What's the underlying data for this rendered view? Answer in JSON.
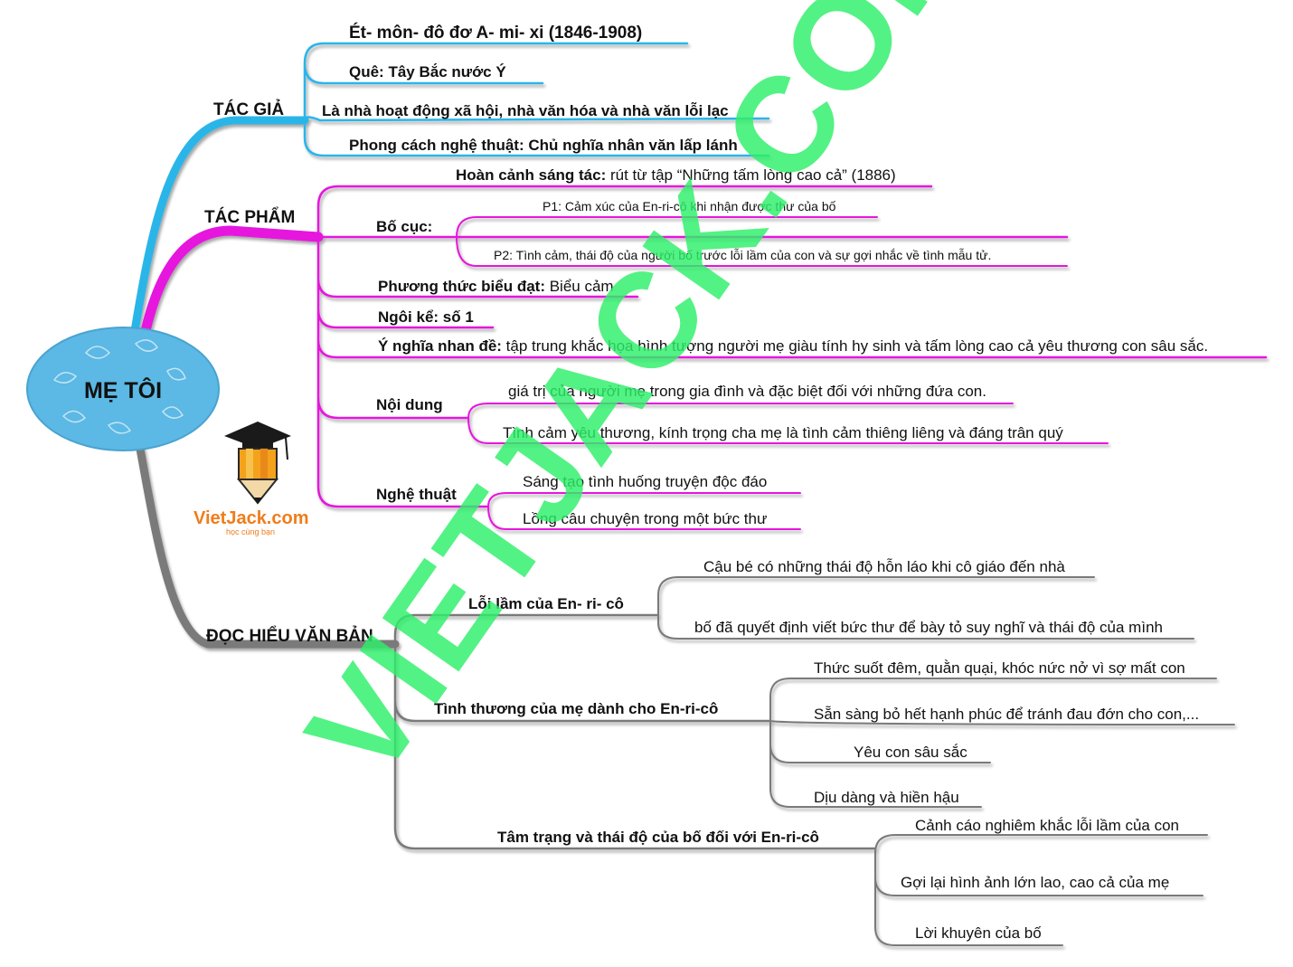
{
  "center": {
    "label": "MẸ TÔI"
  },
  "logo": {
    "name": "VietJack.com",
    "tagline": "học cùng bạn"
  },
  "watermark": "VIETJACK.COM",
  "colors": {
    "tac_gia": "#2ab5e9",
    "tac_pham": "#e616de",
    "doc_hieu": "#7a7a7a",
    "center_fill": "#5cb8e4",
    "watermark": "#2ef06a",
    "logo": "#f07c1a"
  },
  "tac_gia": {
    "title": "TÁC GIẢ",
    "items": [
      "Ét- môn- đô đơ A- mi- xi (1846-1908)",
      "Quê: Tây Bắc nước Ý",
      "Là nhà hoạt động xã hội, nhà văn hóa và nhà văn lỗi lạc",
      "Phong cách nghệ thuật: Chủ nghĩa nhân văn lấp lánh"
    ]
  },
  "tac_pham": {
    "title": "TÁC PHẨM",
    "hoan_canh": {
      "label": "Hoàn cảnh sáng tác:",
      "value": " rút từ tập “Những tấm lòng cao cả” (1886)"
    },
    "bo_cuc": {
      "label": "Bố cục:",
      "p1": "P1: Cảm xúc của En-ri-cô khi nhận được thư của bố",
      "p2": "P2: Tình cảm, thái độ của người bố trước lỗi lầm của con và sự gợi nhắc về tình mẫu tử."
    },
    "phuong_thuc": {
      "label": "Phương thức biểu đạt:",
      "value": " Biểu cảm"
    },
    "ngoi_ke": {
      "label": "Ngôi kể: số 1"
    },
    "y_nghia": {
      "label": "Ý nghĩa nhan đề:",
      "value": " tập trung khắc họa hình tượng người mẹ giàu tính hy sinh và tấm lòng cao cả yêu thương con sâu sắc."
    },
    "noi_dung": {
      "label": "Nội dung",
      "items": [
        "giá trị của người mẹ trong gia đình và đặc biệt đối với những đứa con.",
        "Tình cảm yêu thương, kính trọng cha mẹ là tình cảm thiêng liêng và đáng trân quý"
      ]
    },
    "nghe_thuat": {
      "label": "Nghệ thuật",
      "items": [
        "Sáng tạo tình huống truyện độc đáo",
        "Lồng câu chuyện trong một bức thư"
      ]
    }
  },
  "doc_hieu": {
    "title": "ĐỌC HIỂU VĂN BẢN",
    "loi_lam": {
      "label": "Lỗi lầm của En- ri- cô",
      "items": [
        "Cậu bé có những thái độ hỗn láo khi cô giáo đến nhà",
        "bố đã quyết định viết bức thư để bày tỏ suy nghĩ và thái độ của mình"
      ]
    },
    "tinh_thuong": {
      "label": "Tình thương của mẹ dành cho En-ri-cô",
      "items": [
        "Thức suốt đêm, quằn quại, khóc nức nở vì sợ mất con",
        "Sẵn sàng bỏ hết hạnh phúc để tránh đau đớn cho con,...",
        "Yêu con sâu sắc",
        "Dịu dàng và hiền hậu"
      ]
    },
    "tam_trang": {
      "label": "Tâm trạng và thái độ của bố đối với En-ri-cô",
      "items": [
        "Cảnh cáo nghiêm khắc lỗi lầm của con",
        "Gợi lại hình ảnh lớn lao, cao cả của mẹ",
        "Lời khuyên của bố"
      ]
    }
  }
}
